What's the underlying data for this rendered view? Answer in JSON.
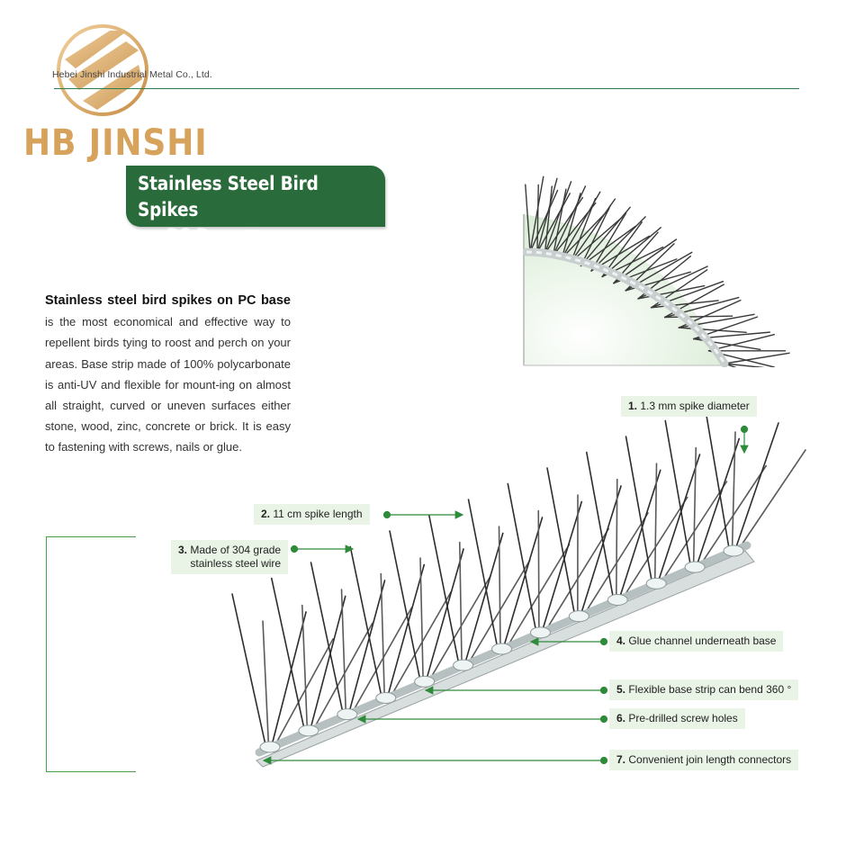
{
  "header": {
    "company": "Hebei Jinshi Industrial Metal Co., Ltd.",
    "brand": "HB JINSHI"
  },
  "title": {
    "line1": "Stainless Steel Bird Spikes",
    "line2": "on PC Base ▼"
  },
  "description": {
    "lead": "Stainless steel bird spikes on PC base",
    "body": " is the most economical and effective way to repellent birds tying to roost and perch on your areas. Base strip made of 100% polycarbonate is anti-UV and flexible for mount-ing on almost all straight, curved or uneven surfaces either stone, wood, zinc, concrete or brick. It is easy to fastening with screws, nails or glue."
  },
  "callouts": [
    {
      "num": "1.",
      "text": " 1.3 mm spike diameter"
    },
    {
      "num": "2.",
      "text": " 11 cm spike length"
    },
    {
      "num": "3.",
      "text": " Made of 304 grade",
      "text2": "stainless steel wire"
    },
    {
      "num": "4.",
      "text": " Glue channel underneath base"
    },
    {
      "num": "5.",
      "text": " Flexible base strip can bend 360 °"
    },
    {
      "num": "6.",
      "text": " Pre-drilled screw holes"
    },
    {
      "num": "7.",
      "text": " Convenient join length connectors"
    }
  ],
  "colors": {
    "brand_gold": "#d7a35c",
    "badge_green": "#2a6b3b",
    "line_green": "#2e8b3a",
    "label_bg": "#e9f3e6"
  }
}
